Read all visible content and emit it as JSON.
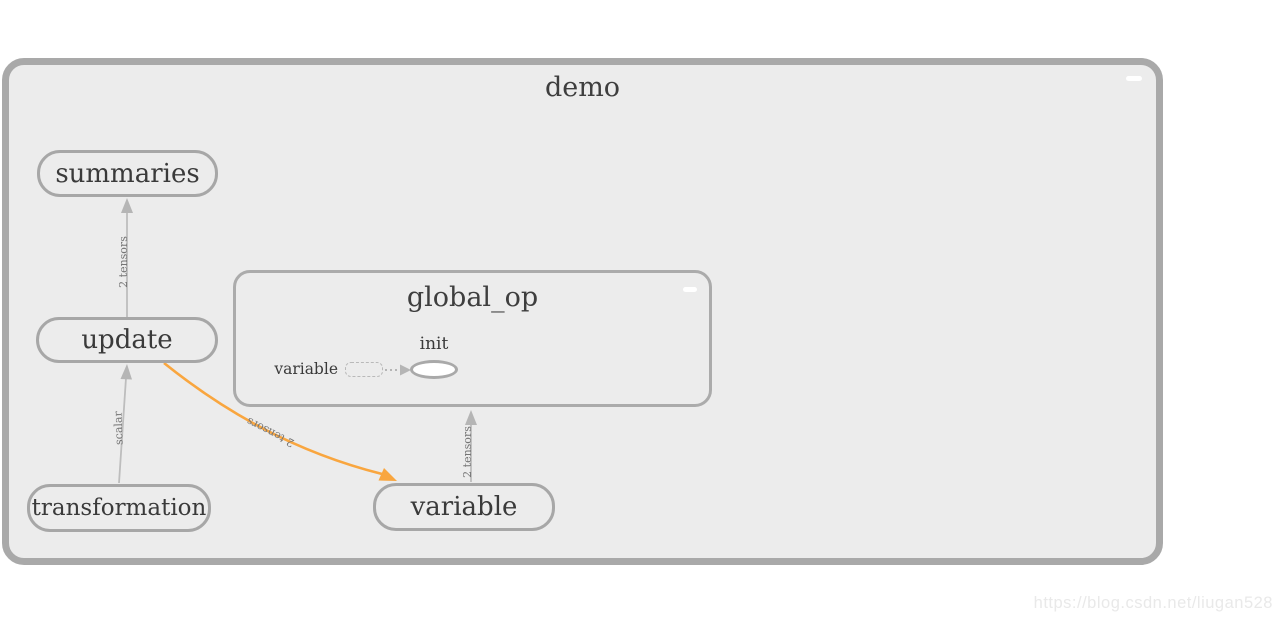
{
  "graph": {
    "root_group": {
      "title": "demo"
    },
    "sub_group": {
      "title": "global_op"
    },
    "nodes": {
      "summaries": {
        "label": "summaries"
      },
      "update": {
        "label": "update"
      },
      "transformation": {
        "label": "transformation"
      },
      "variable": {
        "label": "variable"
      },
      "init": {
        "label": "init"
      },
      "variable_input": {
        "label": "variable"
      }
    },
    "edges": [
      {
        "from": "update",
        "to": "summaries",
        "label": "2 tensors",
        "style": "solid-gray"
      },
      {
        "from": "transformation",
        "to": "update",
        "label": "scalar",
        "style": "solid-gray"
      },
      {
        "from": "update",
        "to": "variable",
        "label": "2 tensors",
        "style": "solid-orange"
      },
      {
        "from": "variable",
        "to": "global_op",
        "label": "2 tensors",
        "style": "solid-gray"
      },
      {
        "from": "variable_input",
        "to": "init",
        "label": "",
        "style": "dotted-gray"
      }
    ],
    "icons": {
      "root_collapse": "minimize-icon",
      "sub_collapse": "minimize-icon"
    },
    "colors": {
      "canvas": "#ffffff",
      "group_fill": "#ececec",
      "group_border": "#a9a9a9",
      "node_border": "#a7a7a7",
      "node_text": "#3a3a3a",
      "edge_gray": "#bdbdbd",
      "edge_label": "#757575",
      "edge_highlight": "#f9a63f",
      "ellipse_fill": "#ffffff"
    }
  },
  "watermark": {
    "text": "https://blog.csdn.net/liugan528"
  }
}
